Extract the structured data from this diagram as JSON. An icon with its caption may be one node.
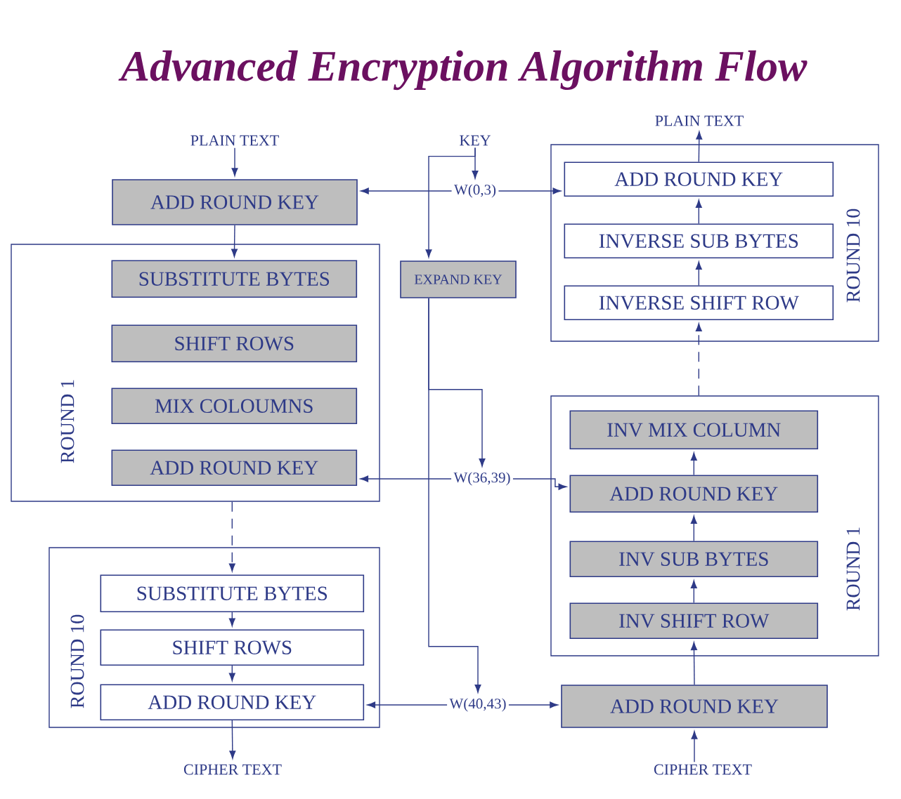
{
  "diagram": {
    "title": "Advanced Encryption Algorithm Flow",
    "nodes": [
      {
        "text": [
          "PLAIN TEXT"
        ]
      },
      {
        "text": [
          "ADD ROUND KEY"
        ]
      },
      {
        "text": [
          "ROUND 1"
        ]
      },
      {
        "text": [
          "SUBSTITUTE BYTES"
        ],
        "in": 2
      },
      {
        "text": [
          "SHIFT ROWS"
        ],
        "in": 2
      },
      {
        "text": [
          "MIX COLOUMNS"
        ],
        "in": 2
      },
      {
        "text": [
          "ADD ROUND KEY"
        ],
        "in": 2
      },
      {
        "text": [
          "ROUND 10"
        ]
      },
      {
        "text": [
          "SUBSTITUTE BYTES"
        ],
        "in": 7
      },
      {
        "text": [
          "SHIFT ROWS"
        ],
        "in": 7
      },
      {
        "text": [
          "ADD ROUND KEY"
        ],
        "in": 7
      },
      {
        "text": [
          "CIPHER TEXT"
        ]
      },
      {
        "text": [
          "KEY"
        ]
      },
      {
        "text": [
          "EXPAND KEY"
        ]
      },
      {
        "text": [
          "W(0,3)"
        ]
      },
      {
        "text": [
          "W(36,39)"
        ]
      },
      {
        "text": [
          "W(40,43)"
        ]
      },
      {
        "text": [
          "PLAIN TEXT"
        ]
      },
      {
        "text": [
          "ROUND 10"
        ]
      },
      {
        "text": [
          "ADD ROUND KEY"
        ],
        "in": 18
      },
      {
        "text": [
          "INVERSE SUB BYTES"
        ],
        "in": 18
      },
      {
        "text": [
          "INVERSE SHIFT ROW"
        ],
        "in": 18
      },
      {
        "text": [
          "ROUND 1"
        ]
      },
      {
        "text": [
          "INV MIX COLUMN"
        ],
        "in": 22
      },
      {
        "text": [
          "ADD ROUND KEY"
        ],
        "in": 22
      },
      {
        "text": [
          "INV SUB BYTES"
        ],
        "in": 22
      },
      {
        "text": [
          "INV SHIFT ROW"
        ],
        "in": 22
      },
      {
        "text": [
          "ADD ROUND KEY"
        ]
      },
      {
        "text": [
          "CIPHER TEXT"
        ]
      }
    ],
    "edges": [
      {
        "from": 0,
        "to": 1,
        "arrow": "to"
      },
      {
        "from": 1,
        "to": 3,
        "arrow": "to"
      },
      {
        "from": 2,
        "to": 8,
        "arrow": "to",
        "style": "dashed"
      },
      {
        "from": 8,
        "to": 9,
        "arrow": "to"
      },
      {
        "from": 9,
        "to": 10,
        "arrow": "to"
      },
      {
        "from": 10,
        "to": 11,
        "arrow": "to"
      },
      {
        "from": 12,
        "to": 14,
        "arrow": "to"
      },
      {
        "from": 12,
        "to": 13,
        "arrow": "to"
      },
      {
        "from": 14,
        "to": 1,
        "arrow": "to"
      },
      {
        "from": 14,
        "to": 19,
        "arrow": "to"
      },
      {
        "from": 13,
        "to": 15,
        "arrow": "to"
      },
      {
        "from": 13,
        "to": 16,
        "arrow": "to"
      },
      {
        "from": 15,
        "to": 6,
        "arrow": "to"
      },
      {
        "from": 15,
        "to": 24,
        "arrow": "to"
      },
      {
        "from": 16,
        "to": 10,
        "arrow": "to"
      },
      {
        "from": 16,
        "to": 27,
        "arrow": "to"
      },
      {
        "from": 28,
        "to": 27,
        "arrow": "to"
      },
      {
        "from": 27,
        "to": 26,
        "arrow": "to"
      },
      {
        "from": 26,
        "to": 25,
        "arrow": "to"
      },
      {
        "from": 25,
        "to": 24,
        "arrow": "to"
      },
      {
        "from": 24,
        "to": 23,
        "arrow": "to"
      },
      {
        "from": 22,
        "to": 21,
        "arrow": "to",
        "style": "dashed"
      },
      {
        "from": 21,
        "to": 20,
        "arrow": "to"
      },
      {
        "from": 20,
        "to": 19,
        "arrow": "to"
      },
      {
        "from": 19,
        "to": 17,
        "arrow": "to"
      }
    ]
  }
}
